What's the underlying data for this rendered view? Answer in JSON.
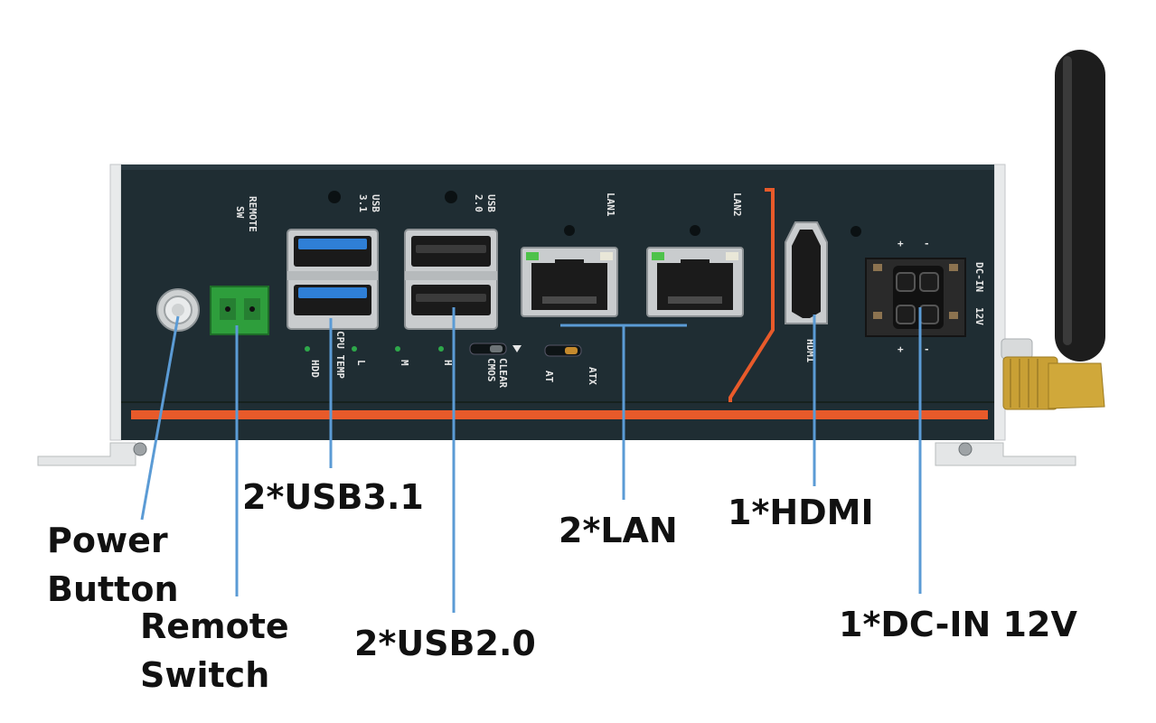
{
  "colors": {
    "chassis": "#1f2d33",
    "accent_orange": "#e85a2a",
    "leader_blue": "#5b9bd5",
    "usb3_blue": "#2f7fd6",
    "port_metal": "#c9ccce",
    "antenna": "#1d1d1d",
    "gold_connector": "#c9a035",
    "led_green": "#2ea84a",
    "terminal_green": "#2e9e3c"
  },
  "panel_labels": {
    "remote_sw": [
      "REMOTE",
      "SW"
    ],
    "usb31": [
      "USB",
      "3.1"
    ],
    "usb20": [
      "USB",
      "2.0"
    ],
    "lan1": "LAN1",
    "lan2": "LAN2",
    "hdmi": "HDMI",
    "dcin": [
      "DC-IN",
      "12V"
    ],
    "hdd": "HDD",
    "cpu_temp": "CPU TEMP",
    "l": "L",
    "m": "M",
    "h": "H",
    "clear_cmos": [
      "CLEAR",
      "CMOS"
    ],
    "at": "AT",
    "atx": "ATX",
    "plus": "+",
    "minus": "-"
  },
  "callouts": {
    "power_button": [
      "Power",
      "Button"
    ],
    "remote_switch": [
      "Remote",
      "Switch"
    ],
    "usb31": "2*USB3.1",
    "usb20": "2*USB2.0",
    "lan": "2*LAN",
    "hdmi": "1*HDMI",
    "dcin": "1*DC-IN 12V"
  }
}
